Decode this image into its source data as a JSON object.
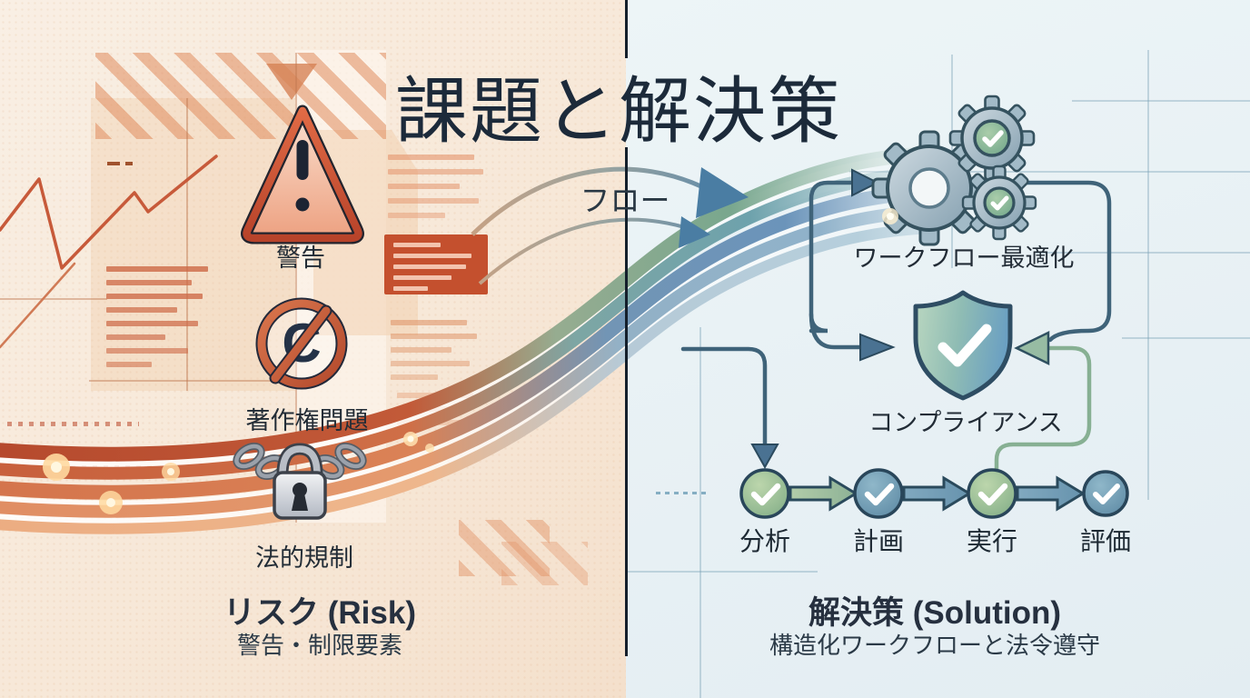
{
  "title": "課題と解決策",
  "flow_label": "フロー",
  "left_panel": {
    "items": [
      {
        "icon": "warning-triangle-icon",
        "label": "警告"
      },
      {
        "icon": "copyright-prohibited-icon",
        "label": "著作権問題"
      },
      {
        "icon": "lock-chains-icon",
        "label": "法的規制"
      }
    ],
    "caption": "リスク (Risk)",
    "subcaption": "警告・制限要素"
  },
  "right_panel": {
    "workflow": {
      "icon": "gears-check-icon",
      "label": "ワークフロー最適化"
    },
    "compliance": {
      "icon": "shield-check-icon",
      "label": "コンプライアンス"
    },
    "steps": [
      {
        "label": "分析",
        "color": "#7fab85"
      },
      {
        "label": "計画",
        "color": "#5a87a2"
      },
      {
        "label": "実行",
        "color": "#7fab85"
      },
      {
        "label": "評価",
        "color": "#5a87a2"
      }
    ],
    "caption": "解決策 (Solution)",
    "subcaption": "構造化ワークフローと法令遵守"
  },
  "colors": {
    "left_background": "#f8ecdf",
    "right_background": "#e9f2f5",
    "divider": "#141f2b",
    "risk_accent": "#c94b30",
    "solution_green": "#84ad90",
    "solution_blue": "#5f8fae",
    "text_navy": "#1d2a3a"
  }
}
